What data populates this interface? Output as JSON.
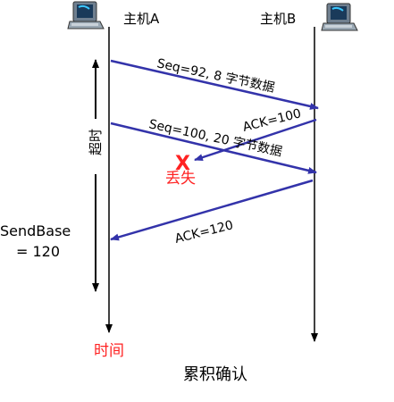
{
  "hosts": {
    "a_label": "主机A",
    "b_label": "主机B"
  },
  "messages": {
    "seq1": "Seq=92, 8 字节数据",
    "ack1": "ACK=100",
    "seq2": "Seq=100, 20 字节数据",
    "ack2": "ACK=120"
  },
  "annotations": {
    "timeout": "超时",
    "lost": "丢失",
    "lost_mark": "X",
    "sendbase_line1": "SendBase",
    "sendbase_line2": "= 120",
    "time": "时间",
    "caption": "累积确认"
  },
  "colors": {
    "arrow": "#3333aa",
    "lost": "#ff2222",
    "time": "#ff2222",
    "line": "#000000"
  },
  "icons": {
    "host_a": "computer-icon",
    "host_b": "computer-icon"
  }
}
